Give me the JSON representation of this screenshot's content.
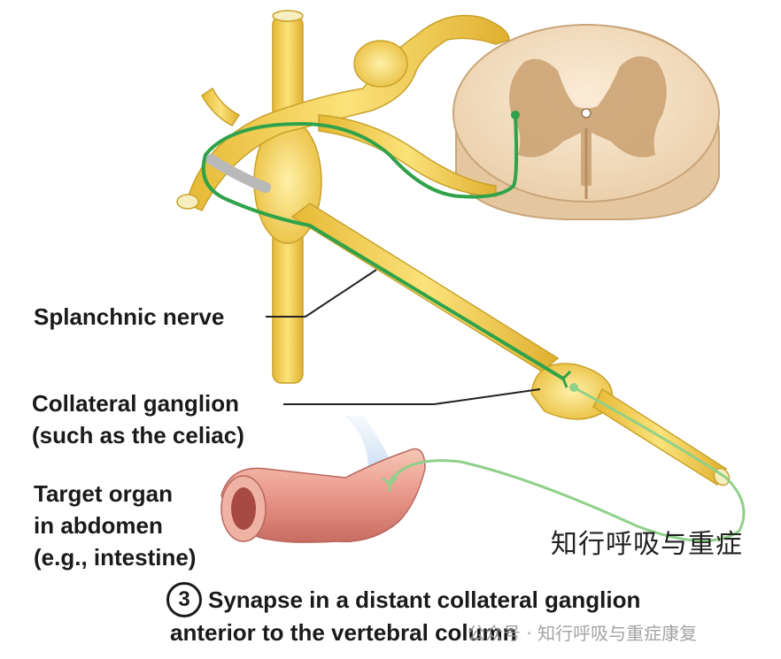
{
  "labels": {
    "splanchnic": "Splanchnic nerve",
    "collateral": "Collateral ganglion\n(such as the celiac)",
    "target": "Target organ\nin abdomen\n(e.g., intestine)"
  },
  "caption": {
    "step": "3",
    "line1": "Synapse in a distant collateral ganglion",
    "line2": "anterior to the vertebral column"
  },
  "watermark": {
    "main": "知行呼吸与重症",
    "bottom": "公众号 · 知行呼吸与重症康复"
  },
  "colors": {
    "nerve": "#f2cf4a",
    "nerve_dark": "#c9a22a",
    "preganglionic": "#2fa24a",
    "postganglionic": "#8fd08a",
    "cord": "#f1dcc0",
    "gray_matter": "#c9a070",
    "intestine": "#e9a090"
  }
}
